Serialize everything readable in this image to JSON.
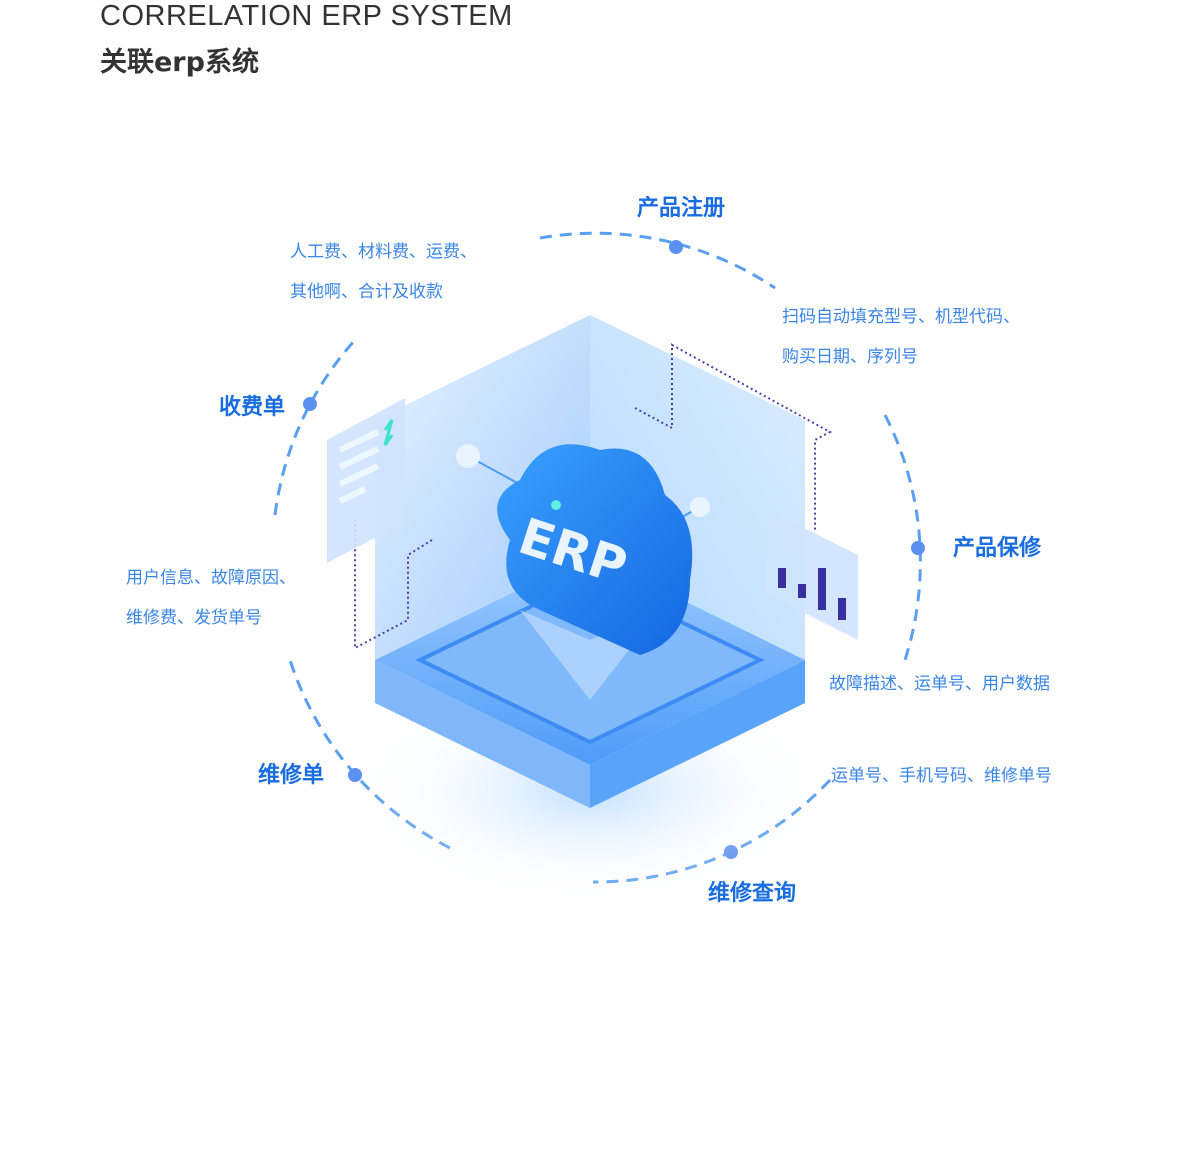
{
  "header": {
    "title_en": "CORRELATION ERP SYSTEM",
    "title_cn": "关联erp系统"
  },
  "center": {
    "label": "ERP"
  },
  "colors": {
    "node": "#1a6de0",
    "desc": "#3a86e8",
    "dash": "#5a9ff0",
    "dot": "#5b8ff0"
  },
  "nodes": [
    {
      "name": "产品注册",
      "desc": [
        "扫码自动填充型号、机型代码、",
        "购买日期、序列号"
      ]
    },
    {
      "name": "产品保修",
      "desc": [
        "故障描述、运单号、用户数据"
      ]
    },
    {
      "name": "维修查询",
      "desc": [
        "运单号、手机号码、维修单号"
      ]
    },
    {
      "name": "维修单",
      "desc": [
        "用户信息、故障原因、",
        "维修费、发货单号"
      ]
    },
    {
      "name": "收费单",
      "desc": [
        "人工费、材料费、运费、",
        "其他啊、合计及收款"
      ]
    }
  ]
}
